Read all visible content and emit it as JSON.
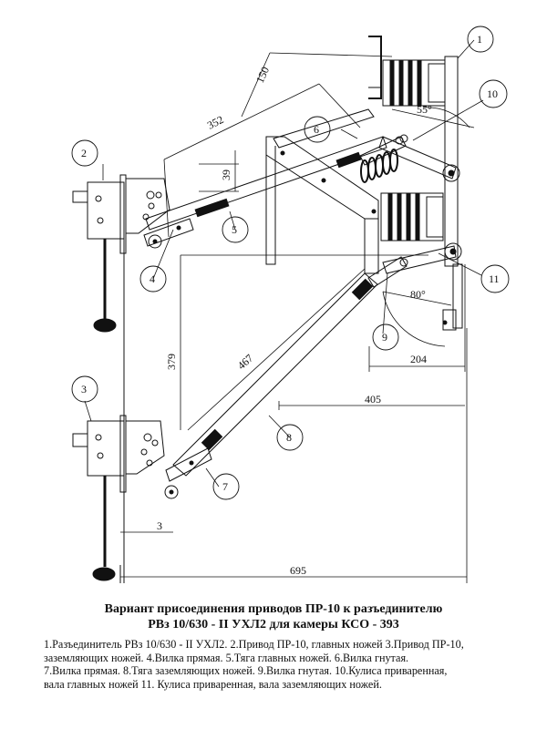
{
  "dimensions": {
    "d150": "150",
    "d352": "352",
    "d55": "55°",
    "d39": "39",
    "d379": "379",
    "d467": "467",
    "d80": "80°",
    "d204": "204",
    "d405": "405",
    "d3": "3",
    "d695": "695"
  },
  "callouts": [
    "1",
    "2",
    "3",
    "4",
    "5",
    "6",
    "7",
    "8",
    "9",
    "10",
    "11"
  ],
  "title": {
    "line1": "Вариант присоединения приводов ПР-10 к разъединителю",
    "line2": "РВз 10/630 - II УХЛ2 для камеры КСО - 393"
  },
  "legend": [
    "1.Разъединитель РВз 10/630 - II УХЛ2. 2.Привод ПР-10, главных ножей 3.Привод ПР-10,",
    "заземляющих ножей. 4.Вилка прямая. 5.Тяга главных ножей. 6.Вилка гнутая.",
    "7.Вилка прямая. 8.Тяга заземляющих ножей. 9.Вилка гнутая. 10.Кулиса приваренная,",
    "вала главных ножей 11. Кулиса приваренная, вала заземляющих ножей."
  ]
}
